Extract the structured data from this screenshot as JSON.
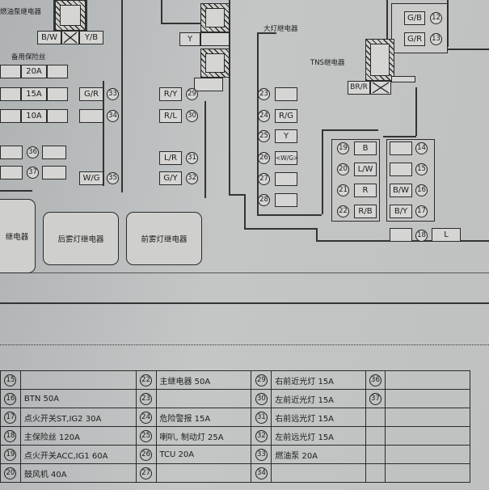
{
  "labels": {
    "fuel_pump_relay": "燃油泵继电器",
    "spare_fuse": "备用保险丝",
    "headlight_relay": "大灯继电器",
    "tns_relay": "TNS继电器",
    "left_relay_partial": "继电器",
    "rear_fog_relay": "后雾灯继电器",
    "front_fog_relay": "前雾灯继电器"
  },
  "relay_pins": {
    "fuel_left": "B/W",
    "fuel_right": "Y/B",
    "headlight_left": "Y",
    "tns": "BR/R"
  },
  "spare_fuses": [
    "20A",
    "15A",
    "10A"
  ],
  "slots": [
    {
      "num": "33",
      "wire": "G/R"
    },
    {
      "num": "34",
      "wire": ""
    },
    {
      "num": "35",
      "wire": "W/G"
    },
    {
      "num": "36",
      "wire": ""
    },
    {
      "num": "37",
      "wire": ""
    },
    {
      "num": "29",
      "wire": "R/Y"
    },
    {
      "num": "30",
      "wire": "R/L"
    },
    {
      "num": "31",
      "wire": "L/R"
    },
    {
      "num": "32",
      "wire": "G/Y"
    },
    {
      "num": "23",
      "wire": ""
    },
    {
      "num": "24",
      "wire": "R/G"
    },
    {
      "num": "25",
      "wire": "Y"
    },
    {
      "num": "26",
      "wire": "<W/G>"
    },
    {
      "num": "27",
      "wire": ""
    },
    {
      "num": "28",
      "wire": ""
    },
    {
      "num": "12",
      "wire": "G/B"
    },
    {
      "num": "13",
      "wire": "G/R"
    },
    {
      "num": "19",
      "wire": "B"
    },
    {
      "num": "20",
      "wire": "L/W"
    },
    {
      "num": "21",
      "wire": "R"
    },
    {
      "num": "22",
      "wire": "R/B"
    },
    {
      "num": "14",
      "wire": ""
    },
    {
      "num": "15",
      "wire": ""
    },
    {
      "num": "16",
      "wire": "B/W"
    },
    {
      "num": "17",
      "wire": "B/Y"
    },
    {
      "num": "18",
      "wire": "L"
    }
  ],
  "legend": [
    [
      {
        "n": "15",
        "t": ""
      },
      {
        "n": "22",
        "t": "主继电器 50A"
      },
      {
        "n": "29",
        "t": "右前近光灯 15A"
      },
      {
        "n": "36",
        "t": ""
      }
    ],
    [
      {
        "n": "16",
        "t": "BTN 50A"
      },
      {
        "n": "23",
        "t": ""
      },
      {
        "n": "30",
        "t": "左前近光灯 15A"
      },
      {
        "n": "37",
        "t": ""
      }
    ],
    [
      {
        "n": "17",
        "t": "点火开关ST,IG2 30A"
      },
      {
        "n": "24",
        "t": "危险警报 15A"
      },
      {
        "n": "31",
        "t": "右前远光灯 15A"
      },
      {
        "n": "",
        "t": ""
      }
    ],
    [
      {
        "n": "18",
        "t": "主保险丝 120A"
      },
      {
        "n": "25",
        "t": "喇叭, 制动灯 25A"
      },
      {
        "n": "32",
        "t": "左前远光灯 15A"
      },
      {
        "n": "",
        "t": ""
      }
    ],
    [
      {
        "n": "19",
        "t": "点火开关ACC,IG1 60A"
      },
      {
        "n": "26",
        "t": "TCU 20A"
      },
      {
        "n": "33",
        "t": "燃油泵 20A"
      },
      {
        "n": "",
        "t": ""
      }
    ],
    [
      {
        "n": "20",
        "t": "鼓风机 40A"
      },
      {
        "n": "27",
        "t": ""
      },
      {
        "n": "34",
        "t": ""
      },
      {
        "n": "",
        "t": ""
      }
    ]
  ]
}
